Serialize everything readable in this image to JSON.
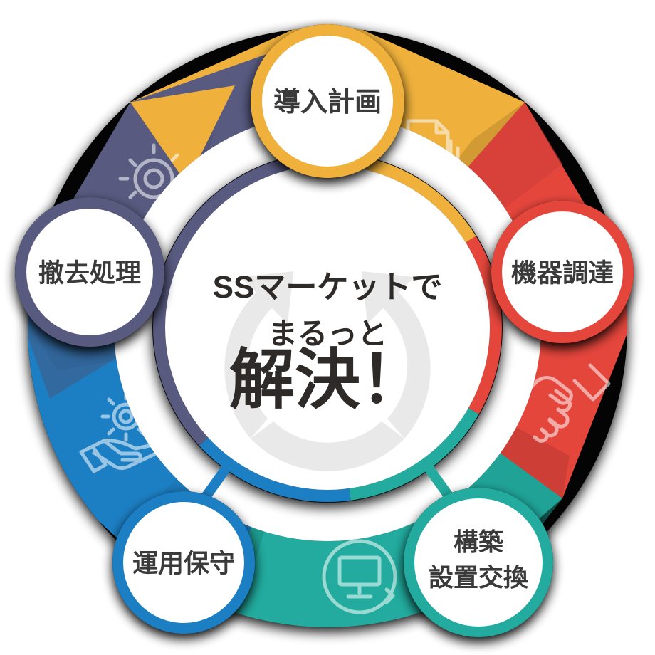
{
  "diagram": {
    "title": "SSマーケットでまるっと解決！ サイクル図",
    "type": "cycle",
    "background_color": "#ffffff",
    "label_text_color": "#3a3a3a",
    "center_text_color": "#2e2a28",
    "watermark": {
      "name": "recycle-arrows-watermark",
      "color": "#e9e9e9"
    },
    "center": {
      "line1": "SSマーケットで",
      "line2": "まるっと",
      "line3": "解決！"
    },
    "steps": [
      {
        "id": "plan",
        "label": "導入計画",
        "label_line1": "導入計画",
        "label_line2": "",
        "color": "#efb13c",
        "color_dark": "#d29a33",
        "icon": "documents-stack-icon",
        "angle_deg": 0
      },
      {
        "id": "procure",
        "label": "機器調達",
        "label_line1": "機器調達",
        "label_line2": "",
        "color": "#e4463c",
        "color_dark": "#cc3e36",
        "icon": "handshake-icon",
        "angle_deg": 72
      },
      {
        "id": "build",
        "label": "構築設置交換",
        "label_line1": "構築",
        "label_line2": "設置交換",
        "color": "#22ab9e",
        "color_dark": "#1d9a8e",
        "icon": "monitor-refresh-icon",
        "angle_deg": 144
      },
      {
        "id": "operate",
        "label": "運用保守",
        "label_line1": "運用保守",
        "label_line2": "",
        "color": "#1d7fc3",
        "color_dark": "#1a72b0",
        "icon": "hand-gear-icon",
        "angle_deg": 216
      },
      {
        "id": "remove",
        "label": "撤去処理",
        "label_line1": "撤去処理",
        "label_line2": "",
        "color": "#585a80",
        "color_dark": "#4e5073",
        "icon": "gear-wrench-icon",
        "angle_deg": 288
      }
    ]
  }
}
